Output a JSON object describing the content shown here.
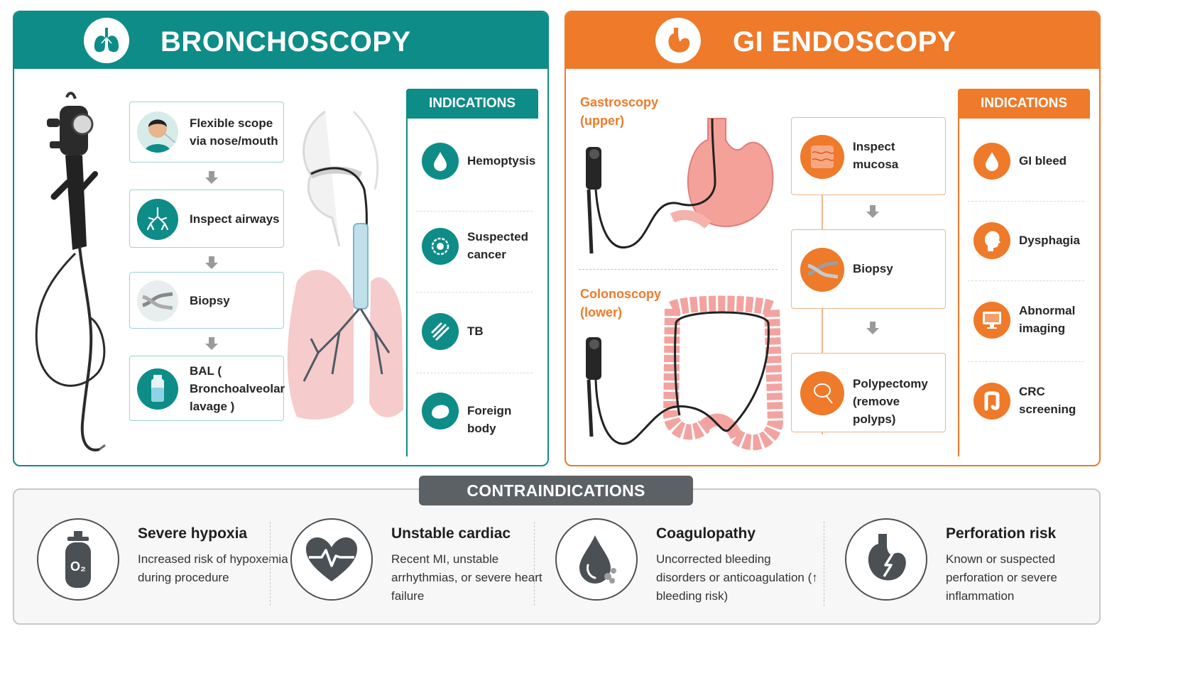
{
  "bronchoscopy": {
    "title": "BRONCHOSCOPY",
    "steps": [
      {
        "label": "Flexible scope via nose/mouth"
      },
      {
        "label": "Inspect airways"
      },
      {
        "label": "Biopsy"
      },
      {
        "label": "BAL ( Bronchoalveolar lavage )"
      }
    ],
    "indications": {
      "header": "INDICATIONS",
      "items": [
        {
          "label": "Hemoptysis"
        },
        {
          "label": "Suspected cancer"
        },
        {
          "label": "TB"
        },
        {
          "label": "Foreign body"
        }
      ]
    }
  },
  "gi": {
    "title": "GI ENDOSCOPY",
    "gastroscopy_label": "Gastroscopy (upper)",
    "colonoscopy_label": "Colonoscopy (lower)",
    "steps": [
      {
        "label": "Inspect mucosa"
      },
      {
        "label": "Biopsy"
      },
      {
        "label": "Polypectomy (remove polyps)"
      }
    ],
    "indications": {
      "header": "INDICATIONS",
      "items": [
        {
          "label": "GI bleed"
        },
        {
          "label": "Dysphagia"
        },
        {
          "label": "Abnormal imaging"
        },
        {
          "label": "CRC screening"
        }
      ]
    }
  },
  "contraindications": {
    "header": "CONTRAINDICATIONS",
    "items": [
      {
        "title": "Severe hypoxia",
        "desc": "Increased risk of hypoxemia during procedure"
      },
      {
        "title": "Unstable cardiac",
        "desc": "Recent MI, unstable arrhythmias, or severe heart failure"
      },
      {
        "title": "Coagulopathy",
        "desc": "Uncorrected bleeding disorders or anticoagulation (↑ bleeding risk)"
      },
      {
        "title": "Perforation risk",
        "desc": "Known or suspected perforation or severe inflammation"
      }
    ]
  },
  "icons": {
    "lungs": "lungs-icon",
    "stomach": "stomach-icon",
    "droplet": "droplet-icon",
    "cell": "cancer-cell-icon",
    "bacteria": "bacteria-icon",
    "foreign": "foreign-body-icon",
    "head": "head-profile-icon",
    "monitor": "monitor-icon",
    "colon": "colon-icon",
    "oxygen": "oxygen-tank-icon",
    "heart": "heart-ecg-icon",
    "blood": "blood-drop-icon",
    "perforation": "stomach-perforation-icon"
  },
  "colors": {
    "teal": "#0e8c88",
    "orange": "#ee7a2a",
    "gray": "#5b6165"
  }
}
